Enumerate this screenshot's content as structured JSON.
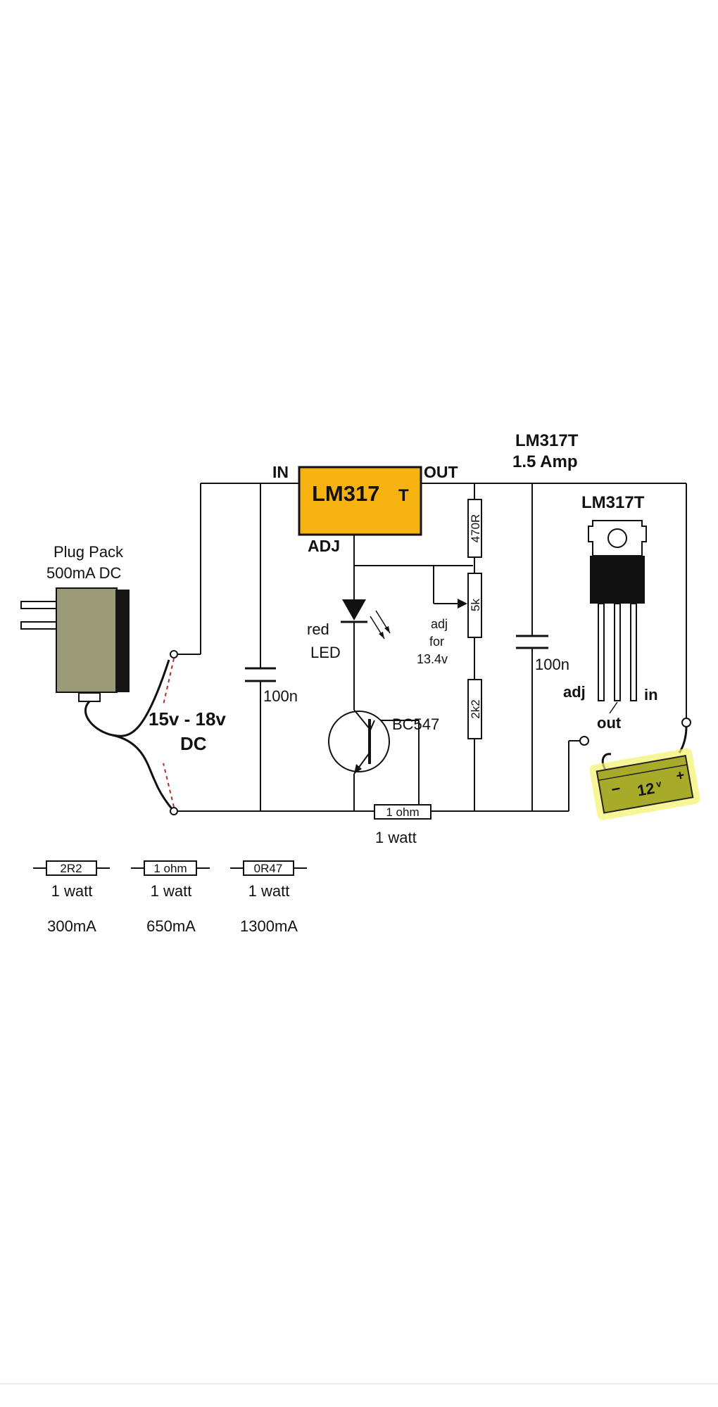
{
  "regulator": {
    "name": "LM317",
    "suffix": "T",
    "pin_in": "IN",
    "pin_out": "OUT",
    "pin_adj": "ADJ"
  },
  "heading": {
    "line1": "LM317T",
    "line2": "1.5 Amp"
  },
  "package": {
    "title": "LM317T",
    "pin_adj": "adj",
    "pin_out": "out",
    "pin_in": "in"
  },
  "plug_pack": {
    "line1": "Plug Pack",
    "line2": "500mA DC"
  },
  "supply": {
    "voltage": "15v - 18v",
    "type": "DC"
  },
  "components": {
    "cap_in": "100n",
    "cap_out": "100n",
    "led_line1": "red",
    "led_line2": "LED",
    "transistor": "BC547",
    "r_top": "470R",
    "pot": "5k",
    "r_bottom": "2k2",
    "adj_line1": "adj",
    "adj_line2": "for",
    "adj_line3": "13.4v",
    "sense_resistor": "1 ohm",
    "sense_rating": "1 watt"
  },
  "battery": {
    "label": "12",
    "unit": "v",
    "minus": "−",
    "plus": "+"
  },
  "resistor_table": [
    {
      "value": "2R2",
      "rating": "1 watt",
      "current": "300mA"
    },
    {
      "value": "1 ohm",
      "rating": "1 watt",
      "current": "650mA"
    },
    {
      "value": "0R47",
      "rating": "1 watt",
      "current": "1300mA"
    }
  ],
  "colors": {
    "wire": "#111111",
    "regulator_fill": "#f6b211",
    "plug_pack_body": "#9b9b7a",
    "battery_fill": "#a8aa2a",
    "battery_glow": "#f2f26a",
    "dashed_lead": "#b03030"
  }
}
